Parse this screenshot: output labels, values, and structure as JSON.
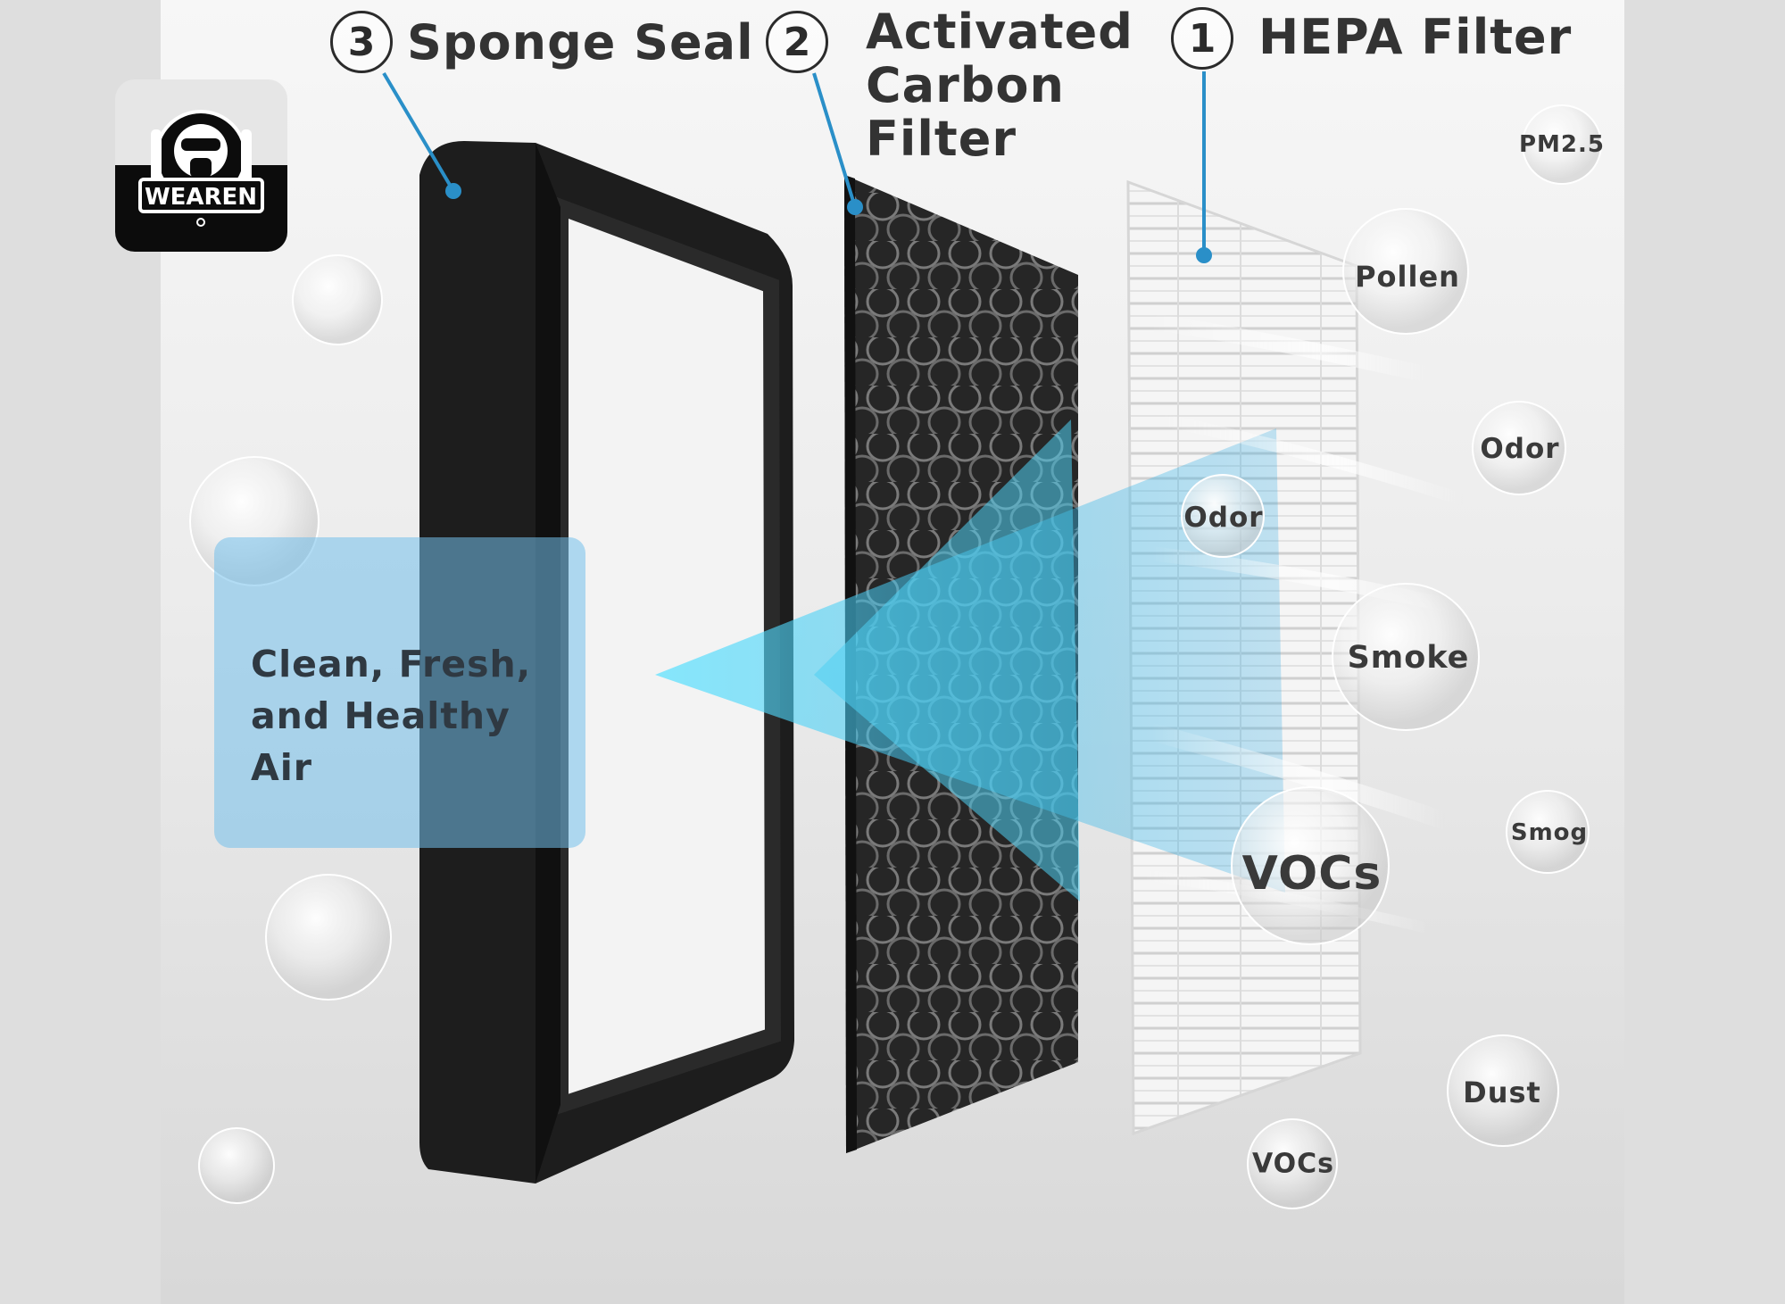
{
  "brand": {
    "logo_text": "WEAREN"
  },
  "layers": [
    {
      "number": "3",
      "title_lines": [
        "Sponge Seal"
      ]
    },
    {
      "number": "2",
      "title_lines": [
        "Activated",
        "Carbon",
        "Filter"
      ]
    },
    {
      "number": "1",
      "title_lines": [
        "HEPA Filter"
      ]
    }
  ],
  "callout": {
    "line1": "Clean, Fresh,",
    "line2": "and Healthy Air"
  },
  "pollutants": {
    "pm25": "PM2.5",
    "pollen": "Pollen",
    "odor_outer": "Odor",
    "odor_inner": "Odor",
    "smoke": "Smoke",
    "smog": "Smog",
    "vocs_large": "VOCs",
    "dust": "Dust",
    "vocs_small": "VOCs"
  },
  "colors": {
    "accent_line": "#2a8fc8",
    "airflow": "#4fd0f2",
    "callout_box": "#73c0eb",
    "sponge": "#1c1c1c",
    "carbon": "#2a2a2a",
    "hepa": "#f4f4f4"
  },
  "icons": {
    "logo": "gas-mask-helmet-icon",
    "bubbles": "air-bubble-icon"
  }
}
